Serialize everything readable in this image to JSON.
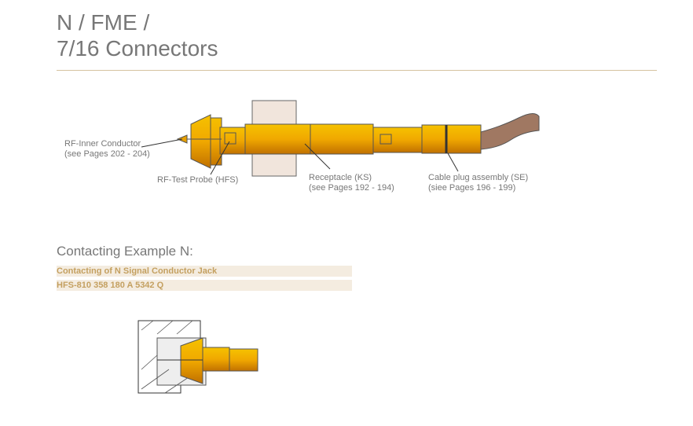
{
  "title": {
    "line1": "N / FME /",
    "line2": "7/16 Connectors"
  },
  "diagram": {
    "inner_conductor": {
      "label": "RF-Inner Conductor",
      "pages": "(see Pages 202 - 204)"
    },
    "test_probe": {
      "label": "RF-Test Probe (HFS)"
    },
    "receptacle": {
      "label": "Receptacle (KS)",
      "pages": "(see Pages 192 - 194)"
    },
    "cable_plug": {
      "label": "Cable plug assembly (SE)",
      "pages": "(siee Pages 196 - 199)"
    }
  },
  "example": {
    "heading": "Contacting Example N:",
    "row1": "Contacting of N Signal Conductor Jack",
    "row2": "HFS-810 358 180 A 5342 Q"
  },
  "colors": {
    "gold": "#e8a000",
    "accent": "#c4a060"
  }
}
